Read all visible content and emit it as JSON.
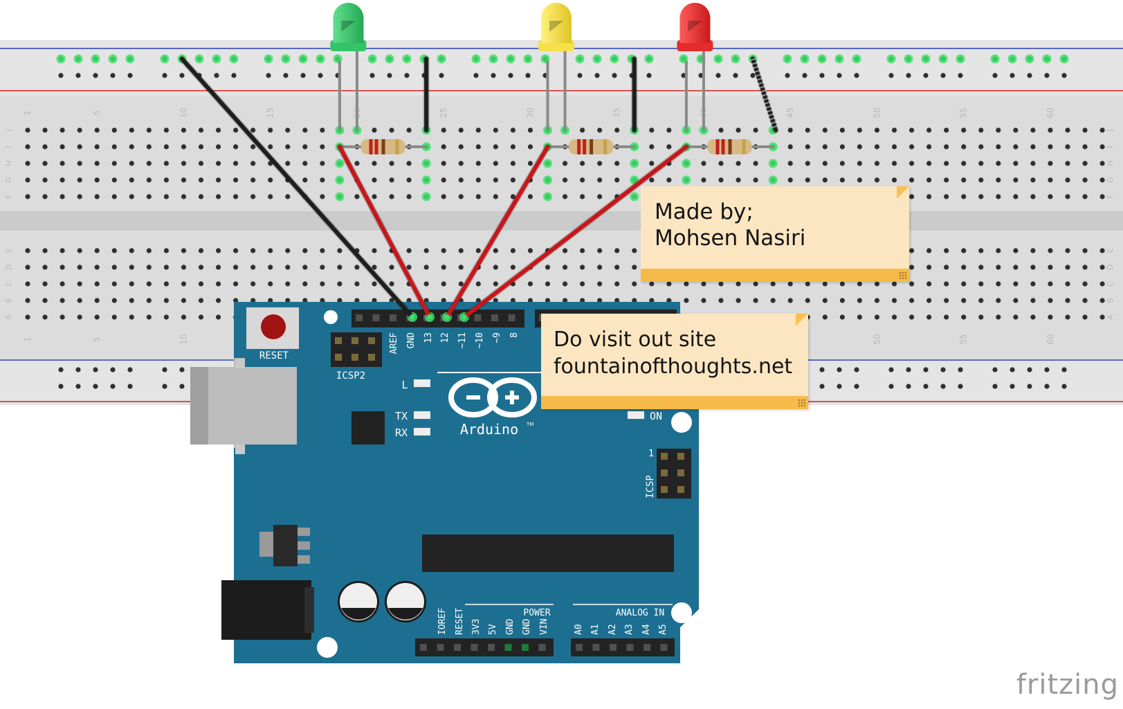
{
  "board": {
    "pin_labels_top": [
      "AREF",
      "GND",
      "13",
      "12",
      "~11",
      "~10",
      "~9",
      "8"
    ],
    "pin_labels_power": [
      "IOREF",
      "RESET",
      "3V3",
      "5V",
      "GND",
      "GND",
      "VIN"
    ],
    "pin_labels_analog": [
      "A0",
      "A1",
      "A2",
      "A3",
      "A4",
      "A5"
    ],
    "reset_label": "RESET",
    "icsp2_label": "ICSP2",
    "icsp_label": "ICSP",
    "icsp_pin1": "1",
    "led_l": "L",
    "led_tx": "TX",
    "led_rx": "RX",
    "led_on": "ON",
    "brand": "Arduino",
    "brand_tm": "TM",
    "power_header": "POWER",
    "analog_header": "ANALOG IN"
  },
  "breadboard": {
    "column_numbers_top": [
      "1",
      "5",
      "10",
      "15",
      "20",
      "25",
      "30",
      "35",
      "40",
      "45",
      "50",
      "55",
      "60"
    ],
    "column_numbers_bottom": [
      "1",
      "5",
      "10",
      "50",
      "55",
      "60"
    ],
    "row_letters_top": [
      "J",
      "I",
      "H",
      "G",
      "F"
    ],
    "row_letters_bottom": [
      "E",
      "D",
      "C",
      "B",
      "A"
    ]
  },
  "notes": {
    "note1": {
      "line1": "Made by;",
      "line2": "Mohsen Nasiri"
    },
    "note2": {
      "line1": "Do visit out site",
      "line2": "fountainofthoughts.net"
    }
  },
  "leds": [
    "green",
    "yellow",
    "red"
  ],
  "colors": {
    "wire_red": "#c8161a",
    "wire_black": "#1e1e1e",
    "board": "#1d6f91",
    "led_green": "#33c46a",
    "led_yellow": "#f5e04a",
    "led_red": "#e52b2b"
  },
  "watermark": "fritzing"
}
